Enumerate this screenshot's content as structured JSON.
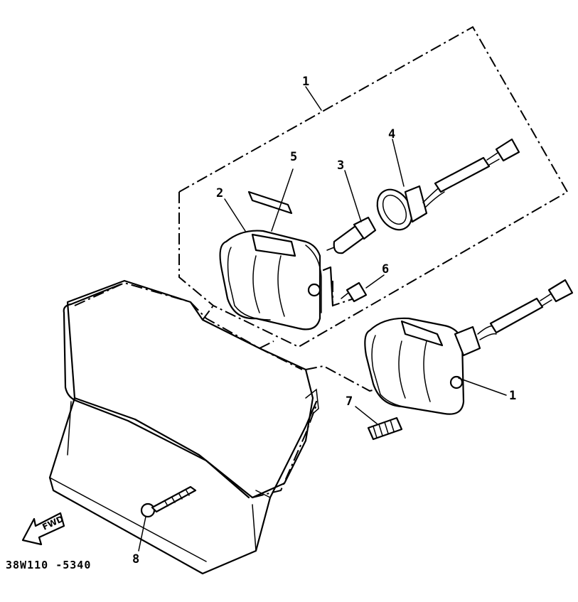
{
  "diagram": {
    "drawing_code": "38W110 -5340",
    "fwd_label": "FWD",
    "callouts": [
      {
        "id": "1",
        "text": "1"
      },
      {
        "id": "2",
        "text": "2"
      },
      {
        "id": "3",
        "text": "3"
      },
      {
        "id": "4",
        "text": "4"
      },
      {
        "id": "5",
        "text": "5"
      },
      {
        "id": "6",
        "text": "6"
      },
      {
        "id": "7",
        "text": "7"
      },
      {
        "id": "8",
        "text": "8"
      },
      {
        "id": "1b",
        "text": "1"
      }
    ]
  }
}
